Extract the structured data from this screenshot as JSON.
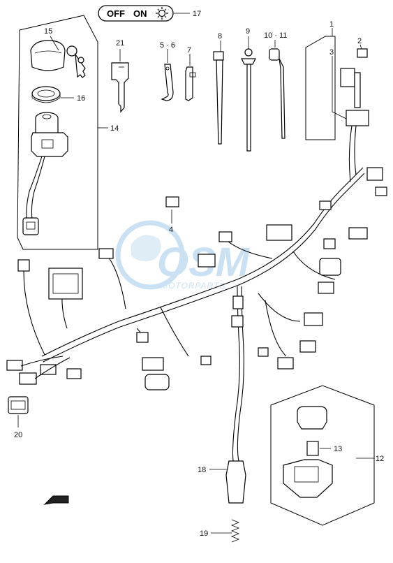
{
  "callouts": {
    "c1": "1",
    "c2": "2",
    "c3": "3",
    "c4": "4",
    "c5_6": "5 · 6",
    "c7": "7",
    "c8": "8",
    "c9": "9",
    "c10_11": "10 · 11",
    "c12": "12",
    "c13": "13",
    "c14": "14",
    "c15": "15",
    "c16": "16",
    "c17": "17",
    "c18": "18",
    "c19": "19",
    "c20": "20",
    "c21": "21"
  },
  "switch_label": {
    "off": "OFF",
    "on": "ON"
  },
  "watermark": {
    "brand": "OSM",
    "sub": "MOTORPARTS",
    "color": "#9ec9e8"
  },
  "colors": {
    "line": "#000000",
    "background": "#ffffff"
  }
}
